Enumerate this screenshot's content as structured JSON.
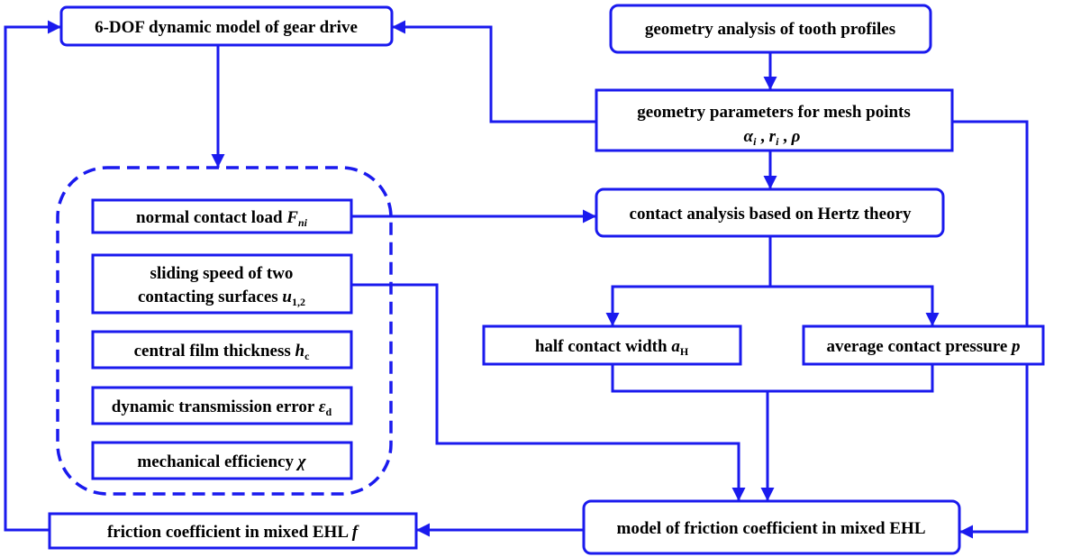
{
  "nodes": {
    "dynamic_model": "6-DOF dynamic model of gear drive",
    "geometry_analysis": "geometry analysis of tooth profiles",
    "geometry_params": {
      "line1": "geometry parameters for mesh points",
      "line2_alpha": "α",
      "line2_alpha_sub": "i",
      "line2_sep1": " , ",
      "line2_r": "r",
      "line2_r_sub": "i",
      "line2_sep2": " , ",
      "line2_rho": "ρ"
    },
    "hertz": "contact analysis based on Hertz theory",
    "half_width": {
      "text": "half contact width ",
      "sym": "a",
      "sub": "H"
    },
    "avg_pressure": {
      "text": "average contact pressure ",
      "sym": "p"
    },
    "normal_load": {
      "text": "normal contact load ",
      "sym": "F",
      "sub": "ni"
    },
    "sliding_speed": {
      "line1": "sliding speed of two",
      "line2": "contacting surfaces ",
      "sym": "u",
      "sub": "1,2"
    },
    "film_thickness": {
      "text": "central film thickness ",
      "sym": "h",
      "sub": "c"
    },
    "trans_error": {
      "text": "dynamic transmission error ",
      "sym": "ε",
      "sub": "d"
    },
    "efficiency": {
      "text": "mechanical efficiency ",
      "sym": "χ"
    },
    "friction_coeff": {
      "text": "friction coefficient  in mixed EHL ",
      "sym": "f"
    },
    "friction_model": "model of friction coefficient  in mixed EHL"
  },
  "colors": {
    "line": "#1a1aee",
    "text": "#000000"
  }
}
